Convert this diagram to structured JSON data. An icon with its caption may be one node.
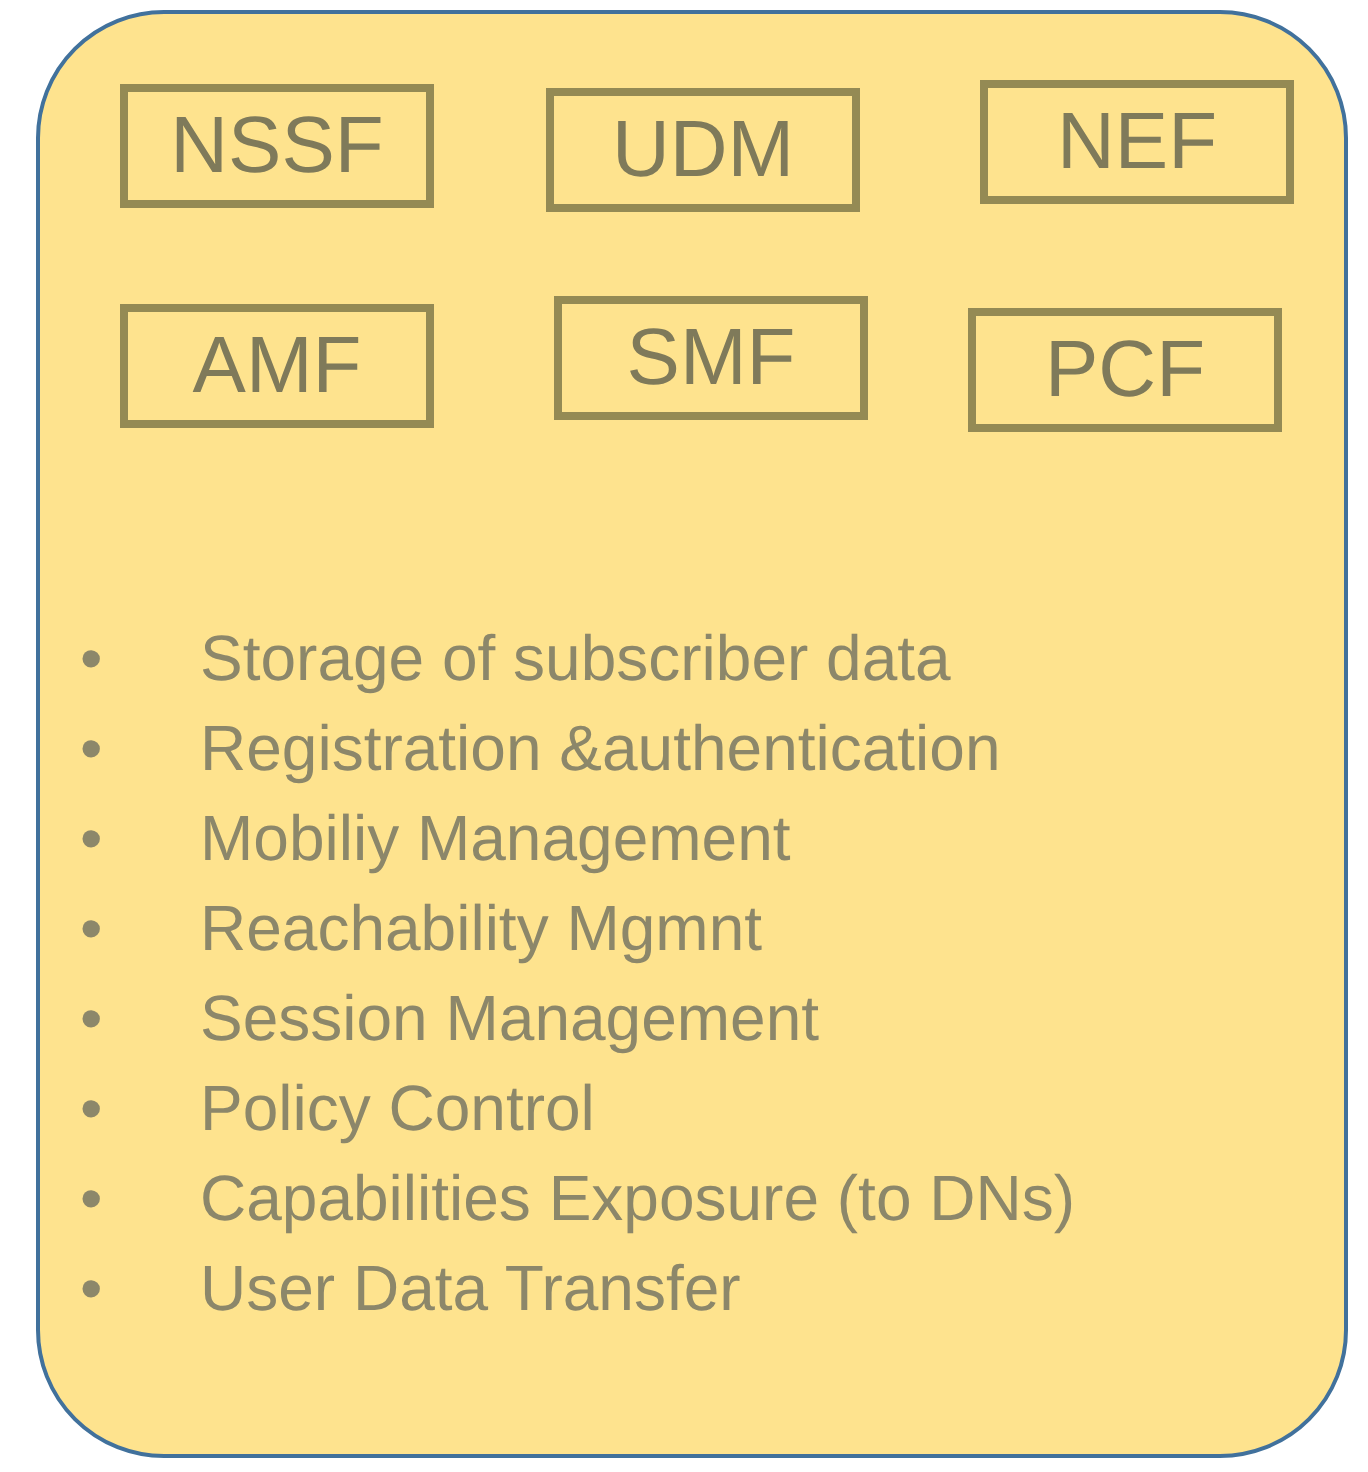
{
  "diagram": {
    "nodes": [
      {
        "text": [
          "Storage of subscriber data",
          "Registration &authentication",
          "Mobiliy Management",
          "Reachability Mgmnt",
          "Session Management",
          "Policy Control",
          "Capabilities Exposure (to DNs)",
          "User Data Transfer"
        ]
      },
      {
        "text": [
          "NSSF"
        ],
        "in": 0
      },
      {
        "text": [
          "UDM"
        ],
        "in": 0
      },
      {
        "text": [
          "NEF"
        ],
        "in": 0
      },
      {
        "text": [
          "AMF"
        ],
        "in": 0
      },
      {
        "text": [
          "SMF"
        ],
        "in": 0
      },
      {
        "text": [
          "PCF"
        ],
        "in": 0
      }
    ],
    "edges": [],
    "labels": [
      "•",
      "•",
      "•",
      "•",
      "•",
      "•",
      "•",
      "•"
    ]
  }
}
